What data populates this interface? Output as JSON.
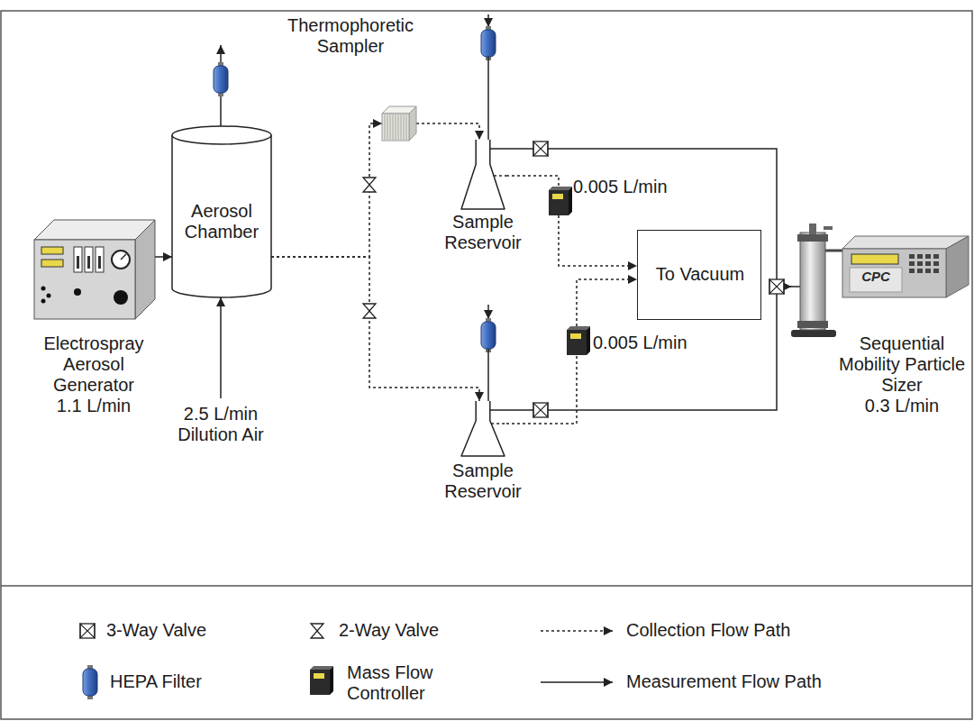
{
  "diagram": {
    "nodes": [
      {
        "text": [
          "Electrospray Aerosol Generator",
          "1.1 L/min"
        ]
      },
      {
        "text": [
          "Aerosol Chamber"
        ]
      },
      {
        "text": [
          "Thermophoretic Sampler"
        ]
      },
      {
        "text": [
          "Sample Reservoir"
        ]
      },
      {
        "text": [
          "Sample Reservoir"
        ]
      },
      {
        "text": [
          "To Vacuum"
        ]
      },
      {
        "text": [
          "Sequential Mobility Particle Sizer",
          "0.3 L/min"
        ]
      },
      {
        "text": [
          "CPC"
        ],
        "in": 6
      }
    ],
    "edges": [
      {
        "from": 0,
        "to": 1,
        "arrow": "to"
      },
      {
        "from": 1,
        "to": 2,
        "arrow": "to"
      },
      {
        "from": 2,
        "to": 3,
        "arrow": "to"
      },
      {
        "from": 1,
        "to": 4,
        "arrow": "to"
      },
      {
        "from": 3,
        "to": 5,
        "arrow": "to"
      },
      {
        "from": 3,
        "to": 6,
        "arrow": "to"
      },
      {
        "from": 4,
        "to": 5,
        "arrow": "to"
      },
      {
        "from": 4,
        "to": 6,
        "arrow": "to"
      }
    ],
    "labels": [
      "0.005 L/min",
      "0.005 L/min",
      "2.5 L/min Dilution Air"
    ],
    "legend": [
      {
        "text": "3-Way Valve"
      },
      {
        "text": "2-Way Valve"
      },
      {
        "text": "Collection Flow Path"
      },
      {
        "text": "HEPA Filter"
      },
      {
        "text": "Mass Flow Controller"
      },
      {
        "text": "Measurement Flow Path"
      }
    ]
  }
}
